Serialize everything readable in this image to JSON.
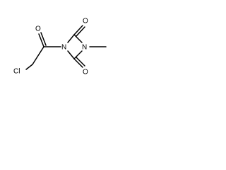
{
  "molecule": {
    "atoms": {
      "cl": "Cl",
      "o_acyl": "O",
      "n1": "N",
      "n2": "N",
      "o_top": "O",
      "o_bottom": "O"
    },
    "colors": {
      "bond": "#000000",
      "text": "#000000",
      "background": "#ffffff"
    }
  }
}
